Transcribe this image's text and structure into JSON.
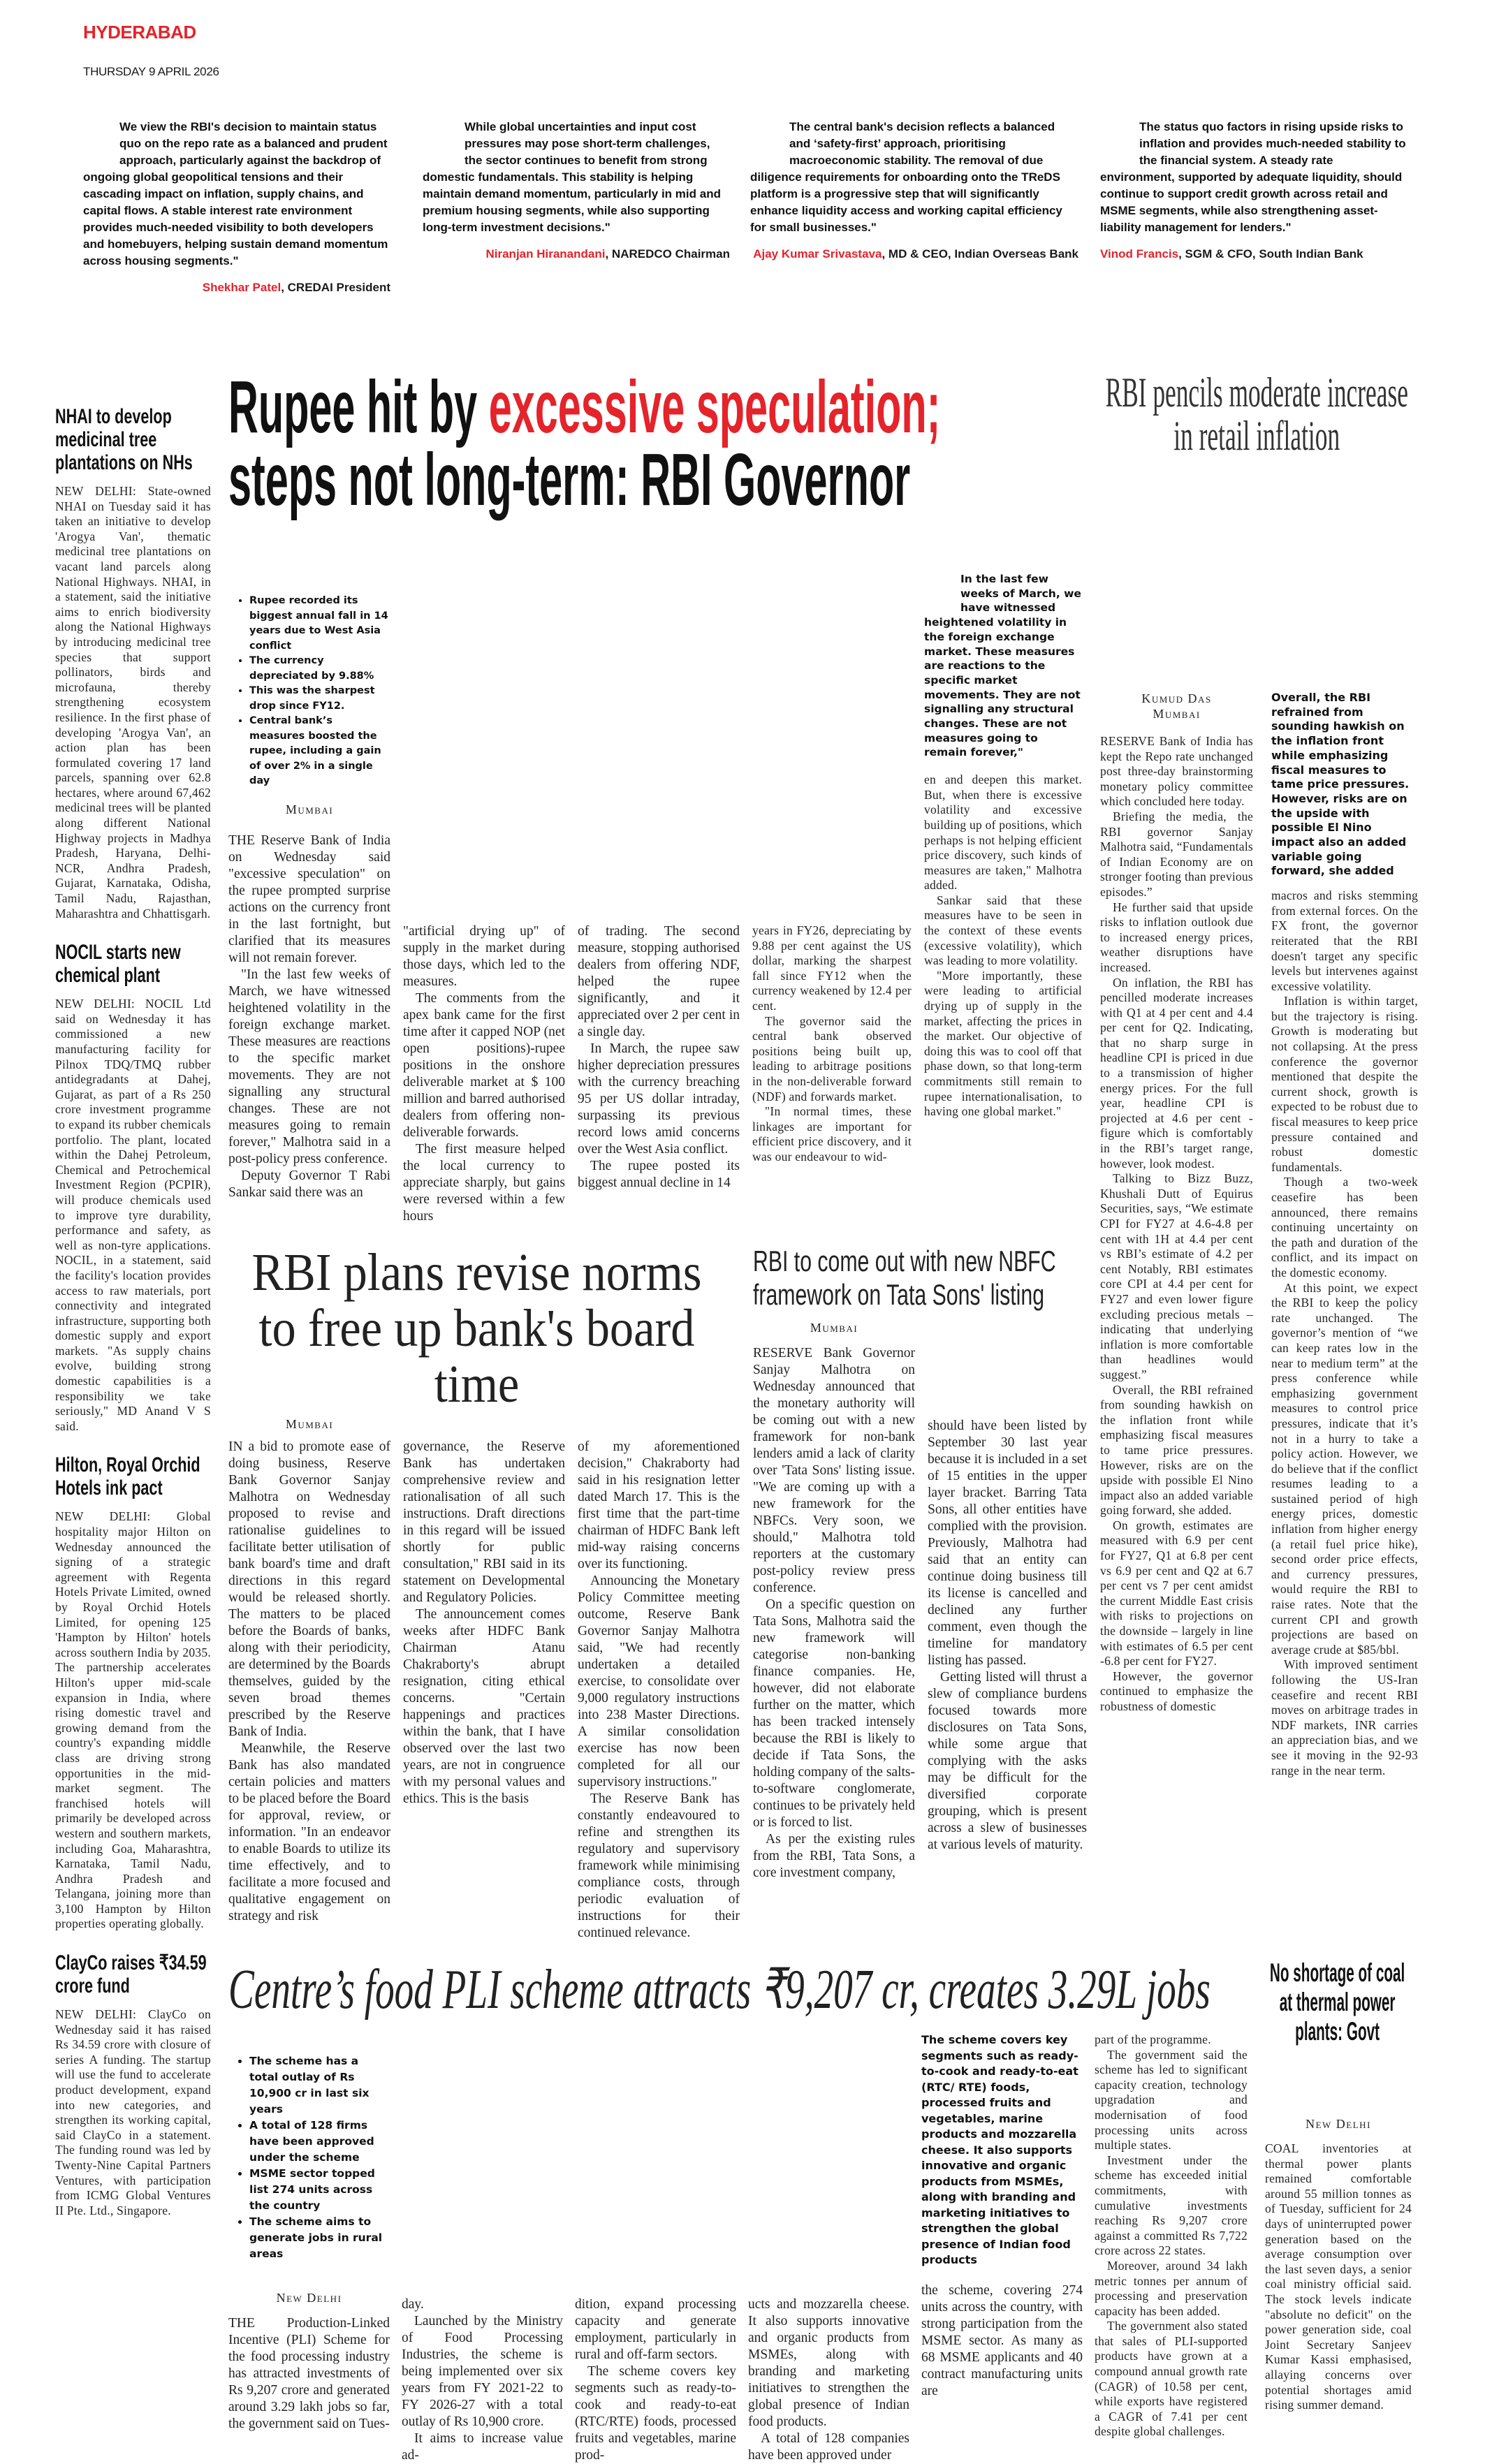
{
  "masthead": {
    "city": "HYDERABAD",
    "date": "THURSDAY 9 APRIL 2026"
  },
  "colors": {
    "accent": "#e4232a",
    "text": "#1a1a1a"
  },
  "quotes": [
    {
      "text": "We view the RBI's decision to maintain status quo on the repo rate as a balanced and prudent approach, particularly against the backdrop of ongoing global geopolitical tensions and their cascading impact on inflation, supply chains, and capital flows. A stable interest rate environment provides much-needed visibility to both developers and homebuyers, helping sustain demand momentum across housing segments.\"",
      "name": "Shekhar Patel",
      "role": ", CREDAI President"
    },
    {
      "text": "While global uncertainties and input cost pressures may pose short-term challenges, the sector continues to benefit from strong domestic fundamentals. This stability is helping maintain demand momentum, particularly in mid and premium housing segments, while also supporting long-term investment decisions.\"",
      "name": "Niranjan Hiranandani",
      "role": ", NAREDCO Chairman"
    },
    {
      "text": "The central bank's decision reflects a balanced and ‘safety-first’ approach, prioritising macroeconomic stability. The removal of due diligence requirements for onboarding onto the TReDS platform is a progressive step that will significantly enhance liquidity access and working capital efficiency for small businesses.\"",
      "name": "Ajay Kumar Srivastava",
      "role": ", MD & CEO, Indian Overseas Bank"
    },
    {
      "text": "The status quo factors in rising upside risks to inflation and provides much-needed stability to the financial system. A steady rate environment, supported by adequate liquidity, should continue to support credit growth across retail and MSME segments, while also strengthening asset-liability management for lenders.\"",
      "name": "Vinod Francis",
      "role": ", SGM & CFO, South Indian Bank"
    }
  ],
  "briefs": [
    {
      "headline": "NHAI to develop medicinal tree plantations on NHs",
      "body": [
        "NEW DELHI: State-owned NHAI on Tuesday said it has taken an initiative to develop 'Arogya Van', thematic medicinal tree plantations on vacant land parcels along National Highways. NHAI, in a statement, said the initiative aims to enrich biodiversity along the National Highways by introducing medicinal tree species that support pollinators, birds and microfauna, thereby strengthening ecosystem resilience. In the first phase of developing 'Arogya Van', an action plan has been formulated covering 17 land parcels, spanning over 62.8 hectares, where around 67,462 medicinal trees will be planted along different National Highway projects in Madhya Pradesh, Haryana, Delhi-NCR, Andhra Pradesh, Gujarat, Karnataka, Odisha, Tamil Nadu, Rajasthan, Maharashtra and Chhattisgarh."
      ]
    },
    {
      "headline": "NOCIL starts new chemical plant",
      "body": [
        "NEW DELHI: NOCIL Ltd said on Wednesday it has commissioned a new manufacturing facility for Pilnox TDQ/TMQ rubber antidegradants at Dahej, Gujarat, as part of a Rs 250 crore investment programme to expand its rubber chemicals portfolio. The plant, located within the Dahej Petroleum, Chemical and Petrochemical Investment Region (PCPIR), will produce chemicals used to improve tyre durability, performance and safety, as well as non-tyre applications. NOCIL, in a statement, said the facility's location provides access to raw materials, port connectivity and integrated infrastructure, supporting both domestic supply and export markets. \"As supply chains evolve, building strong domestic capabilities is a responsibility we take seriously,\" MD Anand V S said."
      ]
    },
    {
      "headline": "Hilton, Royal Orchid Hotels ink pact",
      "body": [
        "NEW DELHI: Global hospitality major Hilton on Wednesday announced the signing of a strategic agreement with Regenta Hotels Private Limited, owned by Royal Orchid Hotels Limited, for opening 125 'Hampton by Hilton' hotels across southern India by 2035. The partnership accelerates Hilton's upper mid-scale expansion in India, where rising domestic travel and growing demand from the country's expanding middle class are driving strong opportunities in the mid-market segment. The franchised hotels will primarily be developed across western and southern markets, including Goa, Maharashtra, Karnataka, Tamil Nadu, Andhra Pradesh and Telangana, joining more than 3,100 Hampton by Hilton properties operating globally."
      ]
    },
    {
      "headline": "ClayCo raises ₹34.59 crore fund",
      "body": [
        "NEW DELHI: ClayCo on Wednesday said it has raised Rs 34.59 crore with closure of series A funding. The startup will use the fund to accelerate product development, expand into new categories, and strengthen its working capital, said ClayCo in a statement. The funding round was led by Twenty-Nine Capital Partners Ventures, with participation from ICMG Global Ventures II Pte. Ltd., Singapore."
      ]
    }
  ],
  "rupee": {
    "headline_pre": "Rupee hit by ",
    "headline_highlight": "excessive speculation;",
    "headline_post": "steps not long-term: RBI Governor",
    "bullets": [
      "Rupee recorded its biggest annual fall in 14 years due to West Asia conflict",
      "The currency depreciated by 9.88%",
      "This was the sharpest drop since FY12.",
      "Central bank’s measures boosted the rupee, including a gain of over 2% in a single day"
    ],
    "dateline": "Mumbai",
    "pullquote": "In the last few weeks of March, we have witnessed heightened volatility in the foreign exchange market. These measures are reactions to the specific market movements. They are not signalling any structural changes. These are not measures going to remain forever,\"",
    "columns": [
      [
        "THE Reserve Bank of India on Wednesday said \"excessive speculation\" on the rupee prompted surprise actions on the currency front in the last fortnight, but clarified that its measures will not remain forever.",
        "\"In the last few weeks of March, we have witnessed heightened volatility in the foreign exchange market. These measures are reactions to the specific market movements. They are not signalling any structural changes. These are not measures going to remain forever,\" Malhotra said in a post-policy press conference.",
        "Deputy Governor T Rabi Sankar said there was an"
      ],
      [
        "\"artificial drying up\" of supply in the market during those days, which led to the measures.",
        "The comments from the apex bank came for the first time after it capped NOP (net open positions)-rupee positions in the onshore deliverable market at $ 100 million and barred authorised dealers from offering non-deliverable forwards.",
        "The first measure helped the local currency to appreciate sharply, but gains were reversed within a few hours"
      ],
      [
        "of trading. The second measure, stopping authorised dealers from offering NDF, helped the rupee significantly, and it appreciated over 2 per cent in a single day.",
        "In March, the rupee saw higher depreciation pressures with the currency breaching 95 per US dollar intraday, surpassing its previous record lows amid concerns over the West Asia conflict.",
        "The rupee posted its biggest annual decline in 14"
      ],
      [
        "years in FY26, depreciating by 9.88 per cent against the US dollar, marking the sharpest fall since FY12 when the currency weakened by 12.4 per cent.",
        "The governor said the central bank observed positions being built up, leading to arbitrage positions in the non-deliverable forward (NDF) and forwards market.",
        "\"In normal times, these linkages are important for efficient price discovery, and it was our endeavour to wid-"
      ],
      [
        "en and deepen this market. But, when there is excessive volatility and excessive building up of positions, which perhaps is not helping efficient price discovery, such kinds of measures are taken,\" Malhotra added.",
        "Sankar said that these measures have to be seen in the context of these events (excessive volatility), which was leading to more volatility.",
        "\"More importantly, these were leading to artificial drying up of supply in the market, affecting the prices in the market. Our objective of doing this was to cool off that phase down, so that long-term commitments still remain to rupee internationalisation, to having one global market.\""
      ]
    ]
  },
  "inflation": {
    "headline": "RBI pencils moderate increase in retail inflation",
    "byline": "Kumud Das",
    "dateline": "Mumbai",
    "pullquote": "Overall, the RBI refrained from sounding hawkish on the inflation front while emphasizing fiscal measures to tame price pressures. However, risks are on the upside with possible El Nino impact also an added variable going forward, she added",
    "columns": [
      [
        "RESERVE Bank of India has kept the Repo rate unchanged post three-day brainstorming monetary policy committee which concluded here today.",
        "Briefing the media, the RBI governor Sanjay Malhotra said, “Fundamentals of Indian Economy are on stronger footing than previous episodes.”",
        "He further said that upside risks to inflation outlook due to increased energy prices, weather disruptions have increased.",
        "On inflation, the RBI has pencilled moderate increases with Q1 at 4 per cent and 4.4 per cent for Q2. Indicating, that no sharp surge in headline CPI is priced in due to a transmission of higher energy prices. For the full year, headline CPI is projected at 4.6 per cent - figure which is comfortably in the RBI’s target range, however, look modest.",
        "Talking to Bizz Buzz, Khushali Dutt of Equirus Securities, says, “We estimate CPI for FY27 at 4.6-4.8 per cent with 1H at 4.4 per cent vs RBI’s estimate of 4.2 per cent Notably, RBI estimates core CPI at 4.4 per cent for FY27 and even lower figure excluding precious metals – indicating that underlying inflation is more comfortable than headlines would suggest.”",
        "Overall, the RBI refrained from sounding hawkish on the inflation front while emphasizing fiscal measures to tame price pressures. However, risks are on the upside with possible El Nino impact also an added variable going forward, she added.",
        "On growth, estimates are measured with 6.9 per cent for FY27, Q1 at 6.8 per cent vs 6.9 per cent and Q2 at 6.7 per cent vs 7 per cent amidst the current Middle East crisis with risks to projections on the downside – largely in line with estimates of 6.5 per cent -6.8 per cent for FY27.",
        "However, the governor continued to emphasize the robustness of domestic"
      ],
      [
        "macros and risks stemming from external forces. On the FX front, the governor reiterated that the RBI doesn't target any specific levels but intervenes against excessive volatility.",
        "Inflation is within target, but the trajectory is rising. Growth is moderating but not collapsing. At the press conference the governor mentioned that despite the current shock, growth is expected to be robust due to fiscal measures to keep price pressure contained and robust domestic fundamentals.",
        "Though a two-week ceasefire has been announced, there remains continuing uncertainty on the path and duration of the conflict, and its impact on the domestic economy.",
        "At this point, we expect the RBI to keep the policy rate unchanged. The governor’s mention of “we can keep rates low in the near to medium term” at the press conference while emphasizing government measures to control price pressures, indicate that it’s not in a hurry to take a policy action. However, we do believe that if the conflict resumes leading to a sustained period of high energy prices, domestic inflation from higher energy (a retail fuel price hike), second order price effects, and currency pressures, would require the RBI to raise rates. Note that the current CPI and growth projections are based on average crude at $85/bbl.",
        "With improved sentiment following the US-Iran ceasefire and recent RBI moves on arbitrage trades in NDF markets, INR carries an appreciation bias, and we see it moving in the 92-93 range in the near term."
      ]
    ]
  },
  "board": {
    "headline": "RBI plans revise norms to free up bank's board time",
    "dateline": "Mumbai",
    "columns": [
      [
        "IN a bid to promote ease of doing business, Reserve Bank Governor Sanjay Malhotra on Wednesday proposed to revise and rationalise guidelines to facilitate better utilisation of bank board's time and draft directions in this regard would be released shortly. The matters to be placed before the Boards of banks, along with their periodicity, are determined by the Boards themselves, guided by the seven broad themes prescribed by the Reserve Bank of India.",
        "Meanwhile, the Reserve Bank has also mandated certain policies and matters to be placed before the Board for approval, review, or information. \"In an endeavor to enable Boards to utilize its time effectively, and to facilitate a more focused and qualitative engagement on strategy and risk"
      ],
      [
        "governance, the Reserve Bank has undertaken comprehensive review and rationalisation of all such instructions. Draft directions in this regard will be issued shortly for public consultation,\" RBI said in its statement on Developmental and Regulatory Policies.",
        "The announcement comes weeks after HDFC Bank Chairman Atanu Chakraborty's abrupt resignation, citing ethical concerns. \"Certain happenings and practices within the bank, that I have observed over the last two years, are not in congruence with my personal values and ethics. This is the basis"
      ],
      [
        "of my aforementioned decision,\" Chakraborty had said in his resignation letter dated March 17. This is the first time that the part-time chairman of HDFC Bank left mid-way raising concerns over its functioning.",
        "Announcing the Monetary Policy Committee meeting outcome, Reserve Bank Governor Sanjay Malhotra said, \"We had recently undertaken a detailed exercise, to consolidate over 9,000 regulatory instructions into 238 Master Directions. A similar consolidation exercise has now been completed for all our supervisory instructions.\"",
        "The Reserve Bank has constantly endeavoured to refine and strengthen its regulatory and supervisory framework while minimising compliance costs, through periodic evaluation of instructions for their continued relevance."
      ]
    ]
  },
  "nbfc": {
    "headline": "RBI to come out with new NBFC framework on Tata Sons' listing",
    "dateline": "Mumbai",
    "columns": [
      [
        "RESERVE Bank Governor Sanjay Malhotra on Wednesday announced that the monetary authority will be coming out with a new framework for non-bank lenders amid a lack of clarity over 'Tata Sons' listing issue. \"We are coming up with a new framework for the NBFCs. Very soon, we should,\" Malhotra told reporters at the customary post-policy review press conference.",
        "On a specific question on Tata Sons, Malhotra said the new framework will categorise non-banking finance companies. He, however, did not elaborate further on the matter, which has been tracked intensely because the RBI is likely to decide if Tata Sons, the holding company of the salts-to-software conglomerate, continues to be privately held or is forced to list.",
        "As per the existing rules from the RBI, Tata Sons, a core investment company,"
      ],
      [
        "should have been listed by September 30 last year because it is included in a set of 15 entities in the upper layer bracket. Barring Tata Sons, all other entities have complied with the provision. Previously, Malhotra had said that an entity can continue doing business till its license is cancelled and declined any further comment, even though the timeline for mandatory listing has passed.",
        "Getting listed will thrust a slew of compliance burdens focused towards more disclosures on Tata Sons, while some argue that complying with the asks may be difficult for the diversified corporate grouping, which is present across a slew of businesses at various levels of maturity."
      ]
    ]
  },
  "pli": {
    "headline": "Centre’s food PLI scheme attracts ₹9,207 cr, creates 3.29L jobs",
    "bullets": [
      "The scheme has a total outlay of Rs 10,900 cr in last six years",
      "A total of 128 firms have been approved under the scheme",
      "MSME sector topped list 274 units across the country",
      "The scheme aims to generate jobs in rural areas"
    ],
    "dateline": "New Delhi",
    "pullquote": "The scheme covers key segments such as ready-to-cook and ready-to-eat (RTC/ RTE) foods, processed fruits and vegetables, marine products and mozzarella cheese. It also supports innovative and organic products from MSMEs, along with branding and marketing initiatives to strengthen the global presence of Indian food products",
    "columns": [
      [
        "THE Production-Linked Incentive (PLI) Scheme for the food processing industry has attracted investments of Rs 9,207 crore and generated around 3.29 lakh jobs so far, the government said on Tues-"
      ],
      [
        "day.",
        "Launched by the Ministry of Food Processing Industries, the scheme is being implemented over six years from FY 2021-22 to FY 2026-27 with a total outlay of Rs 10,900 crore.",
        "It aims to increase value ad-"
      ],
      [
        "dition, expand processing capacity and generate employment, particularly in rural and off-farm sectors.",
        "The scheme covers key segments such as ready-to-cook and ready-to-eat (RTC/RTE) foods, processed fruits and vegetables, marine prod-"
      ],
      [
        "ucts and mozzarella cheese. It also supports innovative and organic products from MSMEs, along with branding and marketing initiatives to strengthen the global presence of Indian food products.",
        "A total of 128 companies have been approved under"
      ],
      [
        "the scheme, covering 274 units across the country, with strong participation from the MSME sector. As many as 68 MSME applicants and 40 contract manufacturing units are"
      ],
      [
        "part of the programme.",
        "The government said the scheme has led to significant capacity creation, technology upgradation and modernisation of food processing units across multiple states.",
        "Investment under the scheme has exceeded initial commitments, with cumulative investments reaching Rs 9,207 crore against a committed Rs 7,722 crore across 22 states.",
        "Moreover, around 34 lakh metric tonnes per annum of processing and preservation capacity has been added.",
        "The government also stated that sales of PLI-supported products have grown at a compound annual growth rate (CAGR) of 10.58 per cent, while exports have registered a CAGR of 7.41 per cent despite global challenges."
      ]
    ]
  },
  "coal": {
    "headline": "No shortage of coal at thermal power plants: Govt",
    "dateline": "New Delhi",
    "body": [
      "COAL inventories at thermal power plants remained comfortable around 55 million tonnes as of Tuesday, sufficient for 24 days of uninterrupted power generation based on the average consumption over the last seven days, a senior coal ministry official said. The stock levels indicate \"absolute no deficit\" on the power generation side, coal Joint Secretary Sanjeev Kumar Kassi emphasised, allaying concerns over potential shortages amid rising summer demand."
    ]
  }
}
